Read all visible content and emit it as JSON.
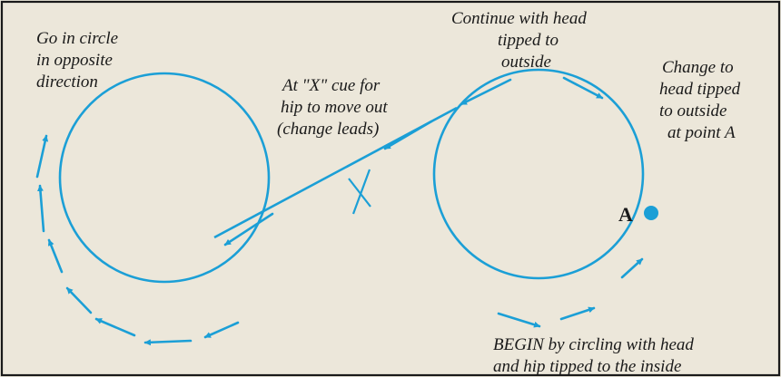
{
  "colors": {
    "background": "#ece7da",
    "path": "#1b9fd6",
    "text": "#1a1a1a",
    "frame": "#1a1a1a"
  },
  "labels": {
    "opposite": [
      "Go in circle",
      "in opposite",
      "direction"
    ],
    "continue": [
      "Continue with head",
      "tipped to",
      "outside"
    ],
    "cue": [
      "At \"X\" cue for",
      "hip to move out",
      "(change leads)"
    ],
    "change": [
      "Change to",
      "head tipped",
      "to outside",
      "at point A"
    ],
    "begin": [
      "BEGIN by circling with head",
      "and hip tipped to the inside"
    ]
  },
  "point_a": {
    "label": "A"
  }
}
